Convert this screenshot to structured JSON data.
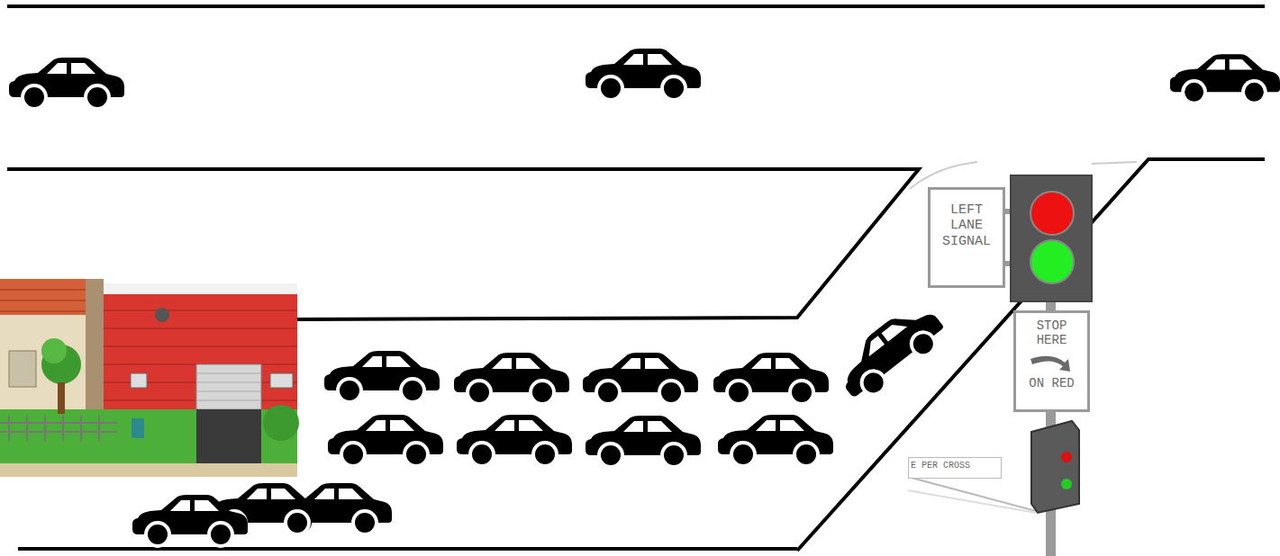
{
  "diagram": {
    "nodes": [
      {
        "text": [
          "LEFT LANE SIGNAL"
        ]
      },
      {
        "text": [
          "STOP HERE",
          "ON RED"
        ]
      },
      {
        "text": [
          "E PER CROSS"
        ]
      }
    ]
  }
}
